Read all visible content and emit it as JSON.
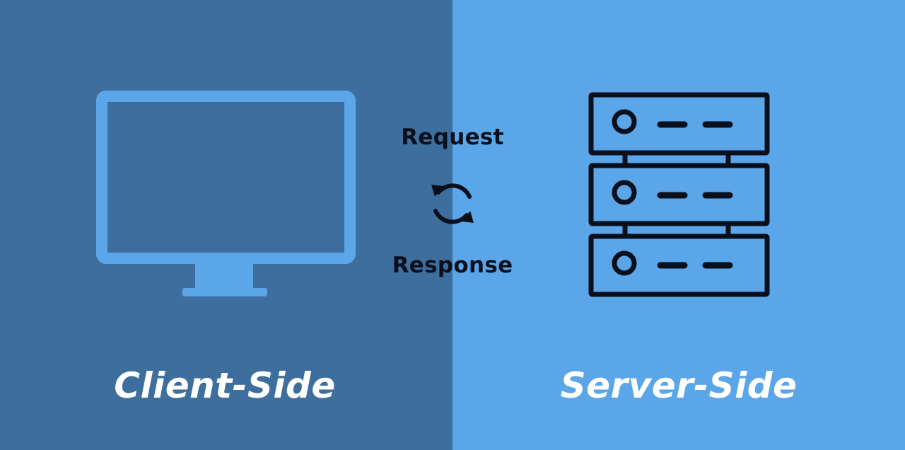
{
  "colors": {
    "client_bg": "#3d6e9e",
    "server_bg": "#5ba6e8",
    "monitor_stroke": "#5ba6e8",
    "ink": "#0a0f1c",
    "title_text": "#ffffff"
  },
  "client": {
    "title": "Client-Side",
    "icon": "monitor-icon"
  },
  "server": {
    "title": "Server-Side",
    "icon": "server-rack-icon"
  },
  "exchange": {
    "request_label": "Request",
    "response_label": "Response",
    "icon": "sync-arrows-icon"
  }
}
